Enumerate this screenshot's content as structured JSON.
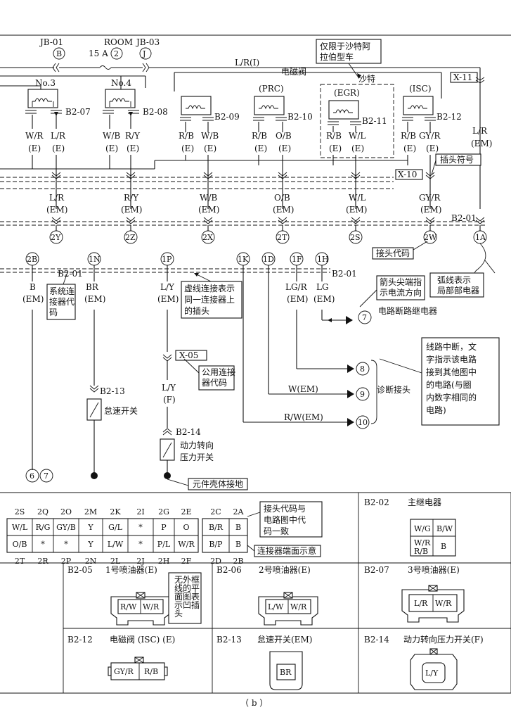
{
  "top": {
    "jb01": "JB-01",
    "jb01_pin": "B",
    "room": "ROOM",
    "fuse": "15 A",
    "fuse_pin": "2",
    "jb03": "JB-03",
    "jb03_pin": "J",
    "main_wire": "L/R(I)",
    "saudi_note": [
      "仅限于沙特阿",
      "拉伯型车"
    ],
    "solenoid_label": "电磁阀",
    "saudi_label": "沙特",
    "x11": "X-11"
  },
  "injectors": [
    {
      "name": "No.3",
      "code": "B2-07",
      "wire_l": "W/R",
      "wire_r": "L/R",
      "harness": "(E)"
    },
    {
      "name": "No.4",
      "code": "B2-08",
      "wire_l": "W/B",
      "wire_r": "R/Y",
      "harness": "(E)"
    }
  ],
  "valves": [
    {
      "name": "",
      "code": "B2-09",
      "wire_l": "R/B",
      "wire_r": "W/B"
    },
    {
      "name": "(PRC)",
      "code": "B2-10",
      "wire_l": "R/B",
      "wire_r": "O/B"
    },
    {
      "name": "(EGR)",
      "code": "B2-11",
      "wire_l": "R/B",
      "wire_r": "W/L"
    },
    {
      "name": "(ISC)",
      "code": "B2-12",
      "wire_l": "R/B",
      "wire_r": "GY/R"
    }
  ],
  "right_wire": {
    "name": "L/R",
    "harness": "(EM)"
  },
  "callouts": {
    "plug_symbol": "插头符号",
    "joint_code": "接头代码",
    "arc_note": [
      "弧线表示",
      "局部部电器"
    ],
    "arrow_note": [
      "箭头尖端指",
      "示电流方向"
    ],
    "relay": "电路断路继电器",
    "system_code": [
      "系统连",
      "接器代",
      "码"
    ],
    "dashed_note": [
      "虚线连接表示",
      "同一连接器上",
      "的插头"
    ],
    "common_code": [
      "公用连接",
      "器代码"
    ],
    "break_note": [
      "线路中断，文",
      "字指示该电路",
      "接到其他图中",
      "的电路(与圈",
      "内数字相同的",
      "电路)"
    ],
    "diag": "诊断接头",
    "case_ground": "元件壳体接地",
    "joint_same": [
      "接头代码与",
      "电路图中代",
      "码一致"
    ],
    "face_view": "连接器端面示意",
    "no_frame": [
      "无外框",
      "线的平",
      "面图表",
      "示凹插",
      "头"
    ]
  },
  "x10": "X-10",
  "em_wires": [
    {
      "name": "L/R",
      "joint": "2Y"
    },
    {
      "name": "R/Y",
      "joint": "2Z"
    },
    {
      "name": "W/B",
      "joint": "2X"
    },
    {
      "name": "O/B",
      "joint": "2T"
    },
    {
      "name": "W/L",
      "joint": "2S"
    },
    {
      "name": "GY/R",
      "joint": "2W"
    }
  ],
  "em_harness": "(EM)",
  "b201": "B2-01",
  "b201_joint": "1A",
  "lower_joints": [
    "2B",
    "1N",
    "1P",
    "1K",
    "1D",
    "1F",
    "1H"
  ],
  "lower_wires": [
    {
      "name": "B",
      "harness": "(EM)"
    },
    {
      "name": "BR",
      "harness": "(EM)"
    },
    {
      "name": "L/Y",
      "harness": "(EM)"
    },
    {
      "name": "LG/R",
      "harness": "(EM)"
    },
    {
      "name": "LG",
      "harness": "(EM)"
    }
  ],
  "x05": "X-05",
  "ly_f": {
    "name": "L/Y",
    "harness": "(F)"
  },
  "switches": [
    {
      "code": "B2-13",
      "name": "怠速开关"
    },
    {
      "code": "B2-14",
      "name": [
        "动力转向",
        "压力开关"
      ]
    }
  ],
  "diag_wires": [
    "W(EM)",
    "R/W(EM)"
  ],
  "circle_nums": [
    "7",
    "8",
    "9",
    "10",
    "6",
    "7"
  ],
  "connector_table": {
    "top_pins": [
      "2S",
      "2Q",
      "2O",
      "2M",
      "2K",
      "2I",
      "2G",
      "2E",
      "2C",
      "2A"
    ],
    "row1": [
      "W/L",
      "R/G",
      "GY/B",
      "Y",
      "G/L",
      "*",
      "P",
      "O",
      "B/R",
      "B"
    ],
    "row2": [
      "O/B",
      "*",
      "*",
      "Y",
      "L/W",
      "*",
      "P/L",
      "W/R",
      "B/P",
      "B"
    ],
    "bottom_pins": [
      "2T",
      "2R",
      "2P",
      "2N",
      "2L",
      "2J",
      "2H",
      "2F",
      "2D",
      "2B"
    ]
  },
  "main_relay": {
    "code": "B2-02",
    "name": "主继电器",
    "cells": [
      "W/G",
      "B/W",
      "W/R",
      "R/B",
      "B"
    ]
  },
  "connectors": [
    {
      "code": "B2-05",
      "name": "1号喷油器(E)",
      "pins": [
        "R/W",
        "W/R"
      ]
    },
    {
      "code": "B2-06",
      "name": "2号喷油器(E)",
      "pins": [
        "L/W",
        "W/R"
      ]
    },
    {
      "code": "B2-07",
      "name": "3号喷油器(E)",
      "pins": [
        "L/R",
        "W/R"
      ]
    },
    {
      "code": "B2-12",
      "name": "电磁阀  (ISC) (E)",
      "pins": [
        "GY/R",
        "R/B"
      ]
    },
    {
      "code": "B2-13",
      "name": "怠速开关(EM)",
      "pins": [
        "BR"
      ]
    },
    {
      "code": "B2-14",
      "name": "动力转向压力开关(F)",
      "pins": [
        "L/Y"
      ]
    }
  ],
  "caption": "（ b ）"
}
